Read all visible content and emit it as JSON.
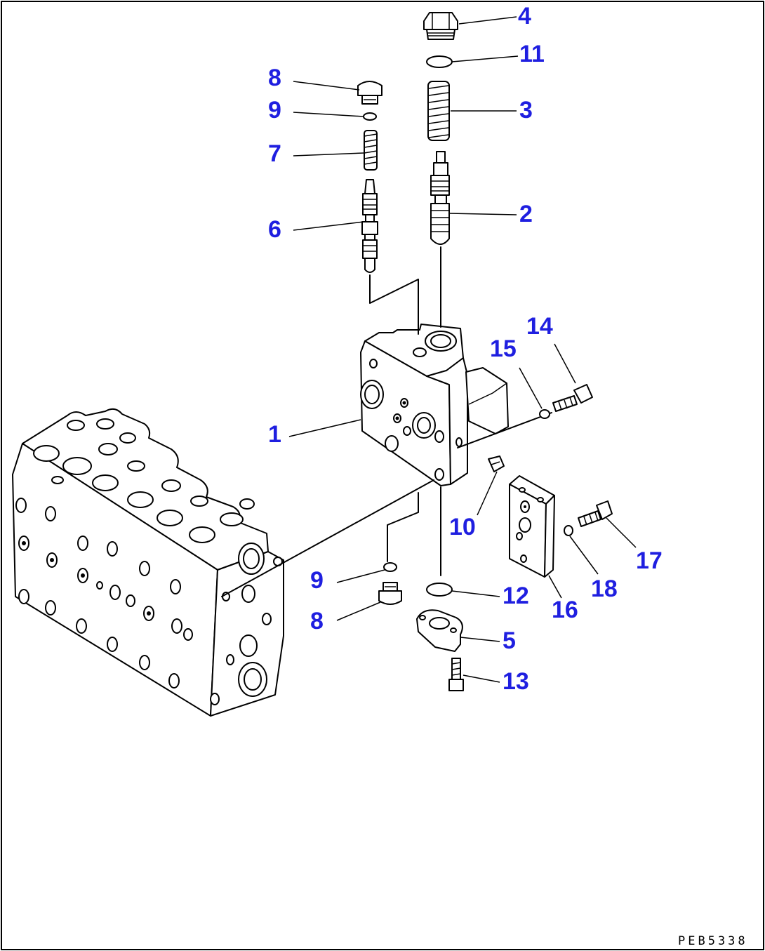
{
  "diagram": {
    "drawing_number": "PEB5338",
    "callouts": [
      {
        "id": "c4",
        "text": "4"
      },
      {
        "id": "c11",
        "text": "11"
      },
      {
        "id": "c8a",
        "text": "8"
      },
      {
        "id": "c9a",
        "text": "9"
      },
      {
        "id": "c3",
        "text": "3"
      },
      {
        "id": "c7",
        "text": "7"
      },
      {
        "id": "c6",
        "text": "6"
      },
      {
        "id": "c2",
        "text": "2"
      },
      {
        "id": "c14",
        "text": "14"
      },
      {
        "id": "c15",
        "text": "15"
      },
      {
        "id": "c1",
        "text": "1"
      },
      {
        "id": "c10",
        "text": "10"
      },
      {
        "id": "c17",
        "text": "17"
      },
      {
        "id": "c9b",
        "text": "9"
      },
      {
        "id": "c18",
        "text": "18"
      },
      {
        "id": "c12",
        "text": "12"
      },
      {
        "id": "c16",
        "text": "16"
      },
      {
        "id": "c8b",
        "text": "8"
      },
      {
        "id": "c5",
        "text": "5"
      },
      {
        "id": "c13",
        "text": "13"
      }
    ]
  }
}
